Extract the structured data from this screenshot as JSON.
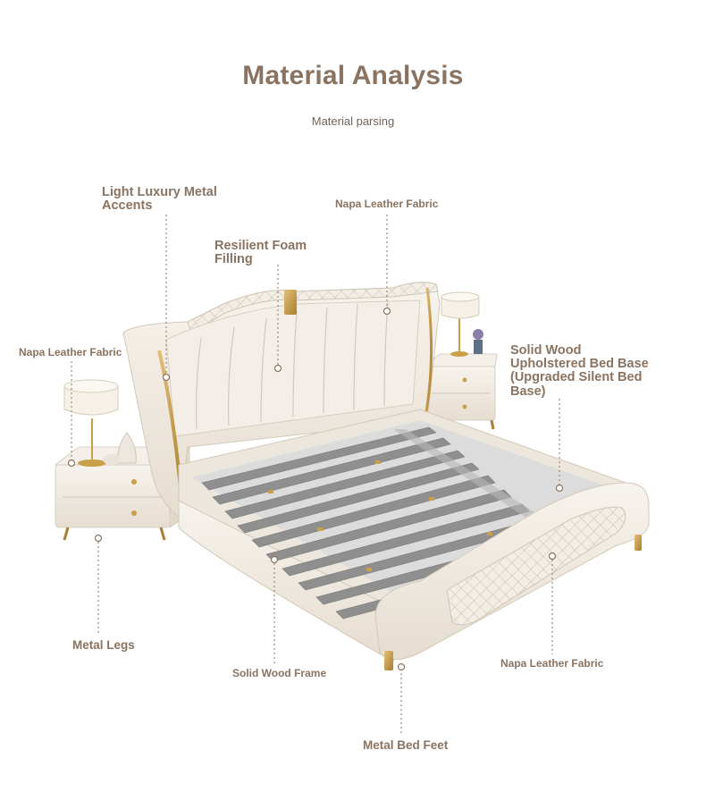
{
  "header": {
    "title": "Material Analysis",
    "subtitle": "Material parsing"
  },
  "labels": {
    "metal_accents": "Light Luxury Metal\nAccents",
    "napa_top": "Napa Leather Fabric",
    "foam": "Resilient Foam\nFilling",
    "napa_left": "Napa Leather Fabric",
    "bed_base": "Solid Wood\nUpholstered Bed Base\n(Upgraded Silent Bed\nBase)",
    "metal_legs": "Metal Legs",
    "wood_frame": "Solid Wood Frame",
    "napa_right": "Napa Leather Fabric",
    "bed_feet": "Metal Bed Feet"
  },
  "colors": {
    "label_text": "#8a7360",
    "leather": "#f1ece4",
    "gold": "#c9a04a",
    "slat": "#8f8f8f"
  }
}
